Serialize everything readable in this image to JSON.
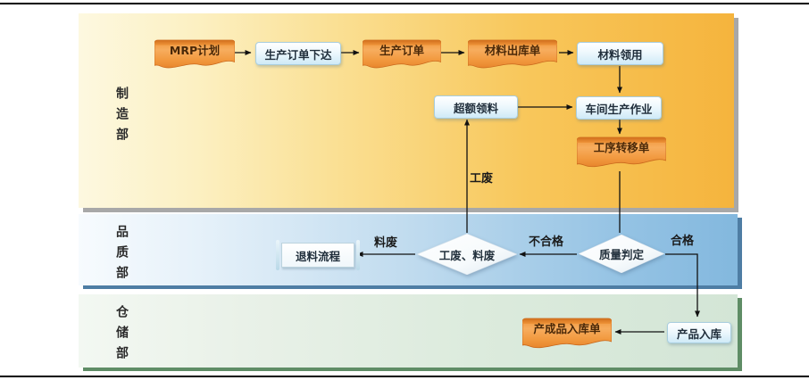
{
  "lanes": [
    {
      "id": "manufacturing",
      "label": "制造部"
    },
    {
      "id": "quality",
      "label": "品质部"
    },
    {
      "id": "warehouse",
      "label": "仓储部"
    }
  ],
  "nodes": {
    "mrp_plan": "MRP计划",
    "order_release": "生产订单下达",
    "production_order": "生产订单",
    "material_issue_doc": "材料出库单",
    "material_requisition": "材料领用",
    "excess_requisition": "超额领料",
    "workshop_production": "车间生产作业",
    "process_transfer_doc": "工序转移单",
    "return_process": "退料流程",
    "scrap_decision": "工废、料废",
    "quality_decision": "质量判定",
    "finished_goods_receipt_doc": "产成品入库单",
    "product_storage": "产品入库"
  },
  "edge_labels": {
    "work_scrap": "工废",
    "material_scrap": "料废",
    "fail": "不合格",
    "pass": "合格"
  },
  "colors": {
    "doc_orange": "#f29a40",
    "process_blue": "#d9eefb",
    "lane_manufacturing": "#f6b73c",
    "lane_quality": "#86bade",
    "lane_warehouse": "#d9e9db",
    "arrow": "#111111"
  }
}
